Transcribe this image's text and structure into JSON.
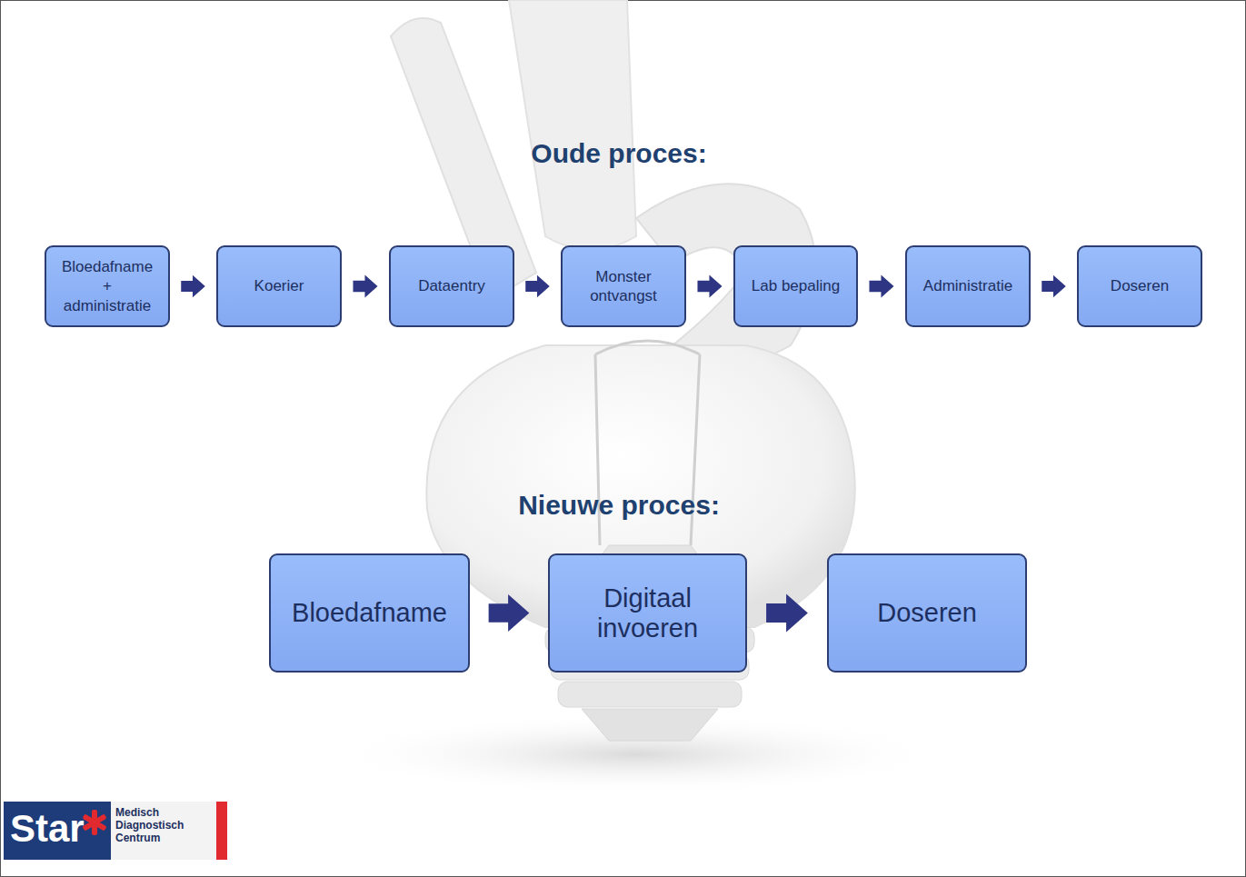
{
  "diagram": {
    "nodes": [
      {
        "text": [
          "Bloedafname + administratie"
        ]
      },
      {
        "text": [
          "Koerier"
        ]
      },
      {
        "text": [
          "Dataentry"
        ]
      },
      {
        "text": [
          "Monster ontvangst"
        ]
      },
      {
        "text": [
          "Lab bepaling"
        ]
      },
      {
        "text": [
          "Administratie"
        ]
      },
      {
        "text": [
          "Doseren"
        ]
      },
      {
        "text": [
          "Bloedafname"
        ]
      },
      {
        "text": [
          "Digitaal invoeren"
        ]
      },
      {
        "text": [
          "Doseren"
        ]
      }
    ],
    "edges": [
      {
        "from": 0,
        "to": 1,
        "arrow": "to"
      },
      {
        "from": 1,
        "to": 2,
        "arrow": "to"
      },
      {
        "from": 2,
        "to": 3,
        "arrow": "to"
      },
      {
        "from": 3,
        "to": 4,
        "arrow": "to"
      },
      {
        "from": 4,
        "to": 5,
        "arrow": "to"
      },
      {
        "from": 5,
        "to": 6,
        "arrow": "to"
      },
      {
        "from": 7,
        "to": 8,
        "arrow": "to"
      },
      {
        "from": 8,
        "to": 9,
        "arrow": "to"
      }
    ],
    "labels": [
      "Oude proces:",
      "Nieuwe proces:",
      "Star",
      "Medisch Diagnostisch Centrum"
    ]
  }
}
